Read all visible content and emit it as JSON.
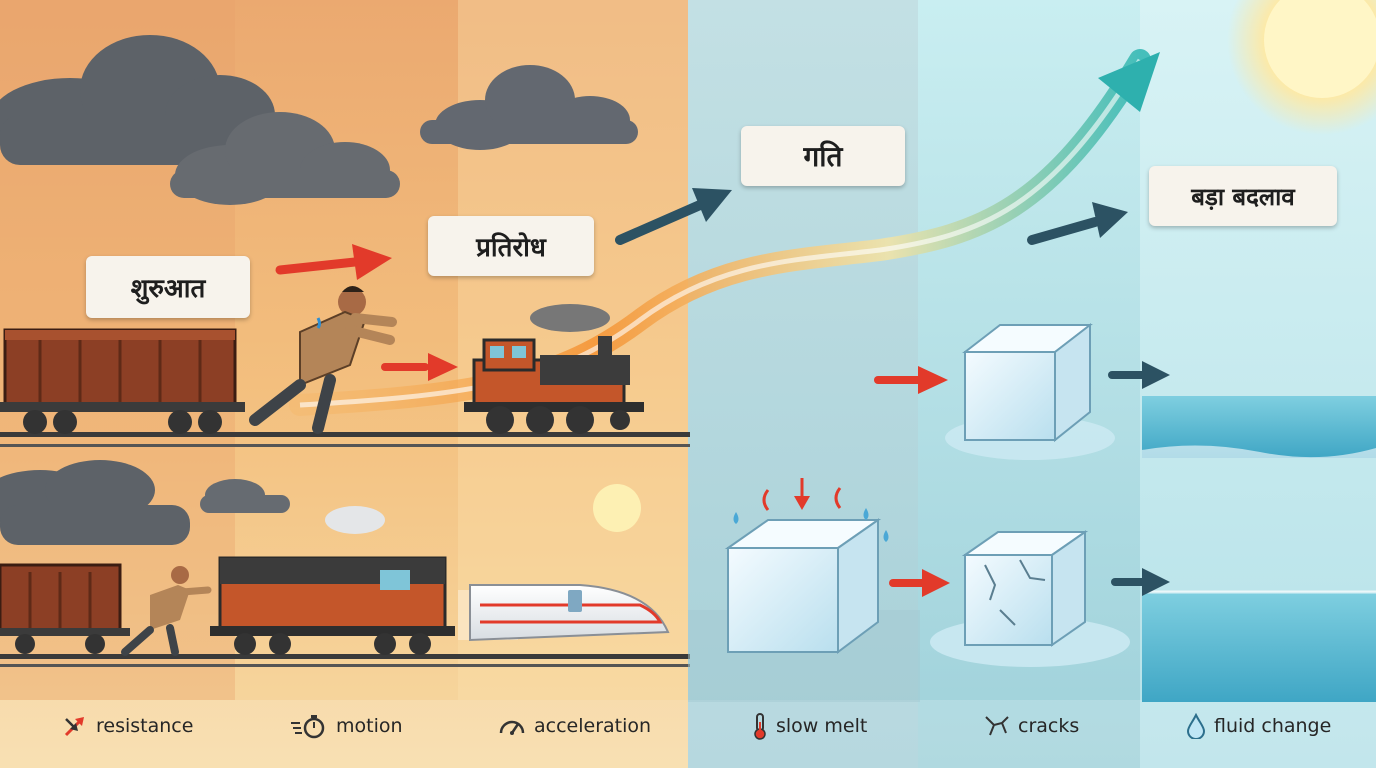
{
  "labels": {
    "start": "शुरुआत",
    "resistance": "प्रतिरोध",
    "motion": "गति",
    "big_change": "बड़ा बदलाव"
  },
  "legend": [
    {
      "icon": "resistance-icon",
      "text": "resistance"
    },
    {
      "icon": "stopwatch-icon",
      "text": "motion"
    },
    {
      "icon": "gauge-icon",
      "text": "acceleration"
    },
    {
      "icon": "thermometer-icon",
      "text": "slow melt"
    },
    {
      "icon": "crack-icon",
      "text": "cracks"
    },
    {
      "icon": "droplet-icon",
      "text": "fluid change"
    }
  ],
  "colors": {
    "warm_bg": "#f3bf7e",
    "cool_bg": "#a9d3db",
    "cloud": "#5d6268",
    "arrow_red": "#e23a2a",
    "arrow_dark": "#2c5263",
    "wagon": "#8c3f25",
    "locomotive_orange": "#c4562a",
    "ice": "#d9eef7",
    "water": "#4db3cf",
    "sun": "#fdf0b3"
  }
}
